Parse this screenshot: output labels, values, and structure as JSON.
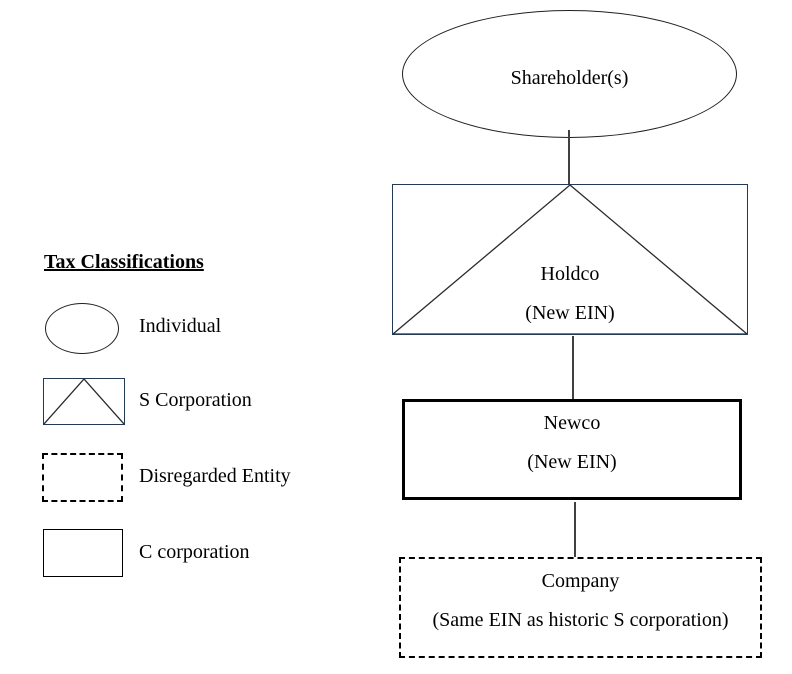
{
  "diagram": {
    "nodes": {
      "shareholder": {
        "label": "Shareholder(s)",
        "shape": "ellipse",
        "classification": "Individual"
      },
      "holdco": {
        "label": "Holdco",
        "sublabel": "(New EIN)",
        "shape": "rect-with-triangle",
        "classification": "S Corporation"
      },
      "newco": {
        "label": "Newco",
        "sublabel": "(New EIN)",
        "shape": "solid-rect",
        "classification": "C corporation"
      },
      "company": {
        "label": "Company",
        "sublabel": "(Same EIN as historic S corporation)",
        "shape": "dashed-rect",
        "classification": "Disregarded Entity"
      }
    },
    "edges": [
      {
        "from": "shareholder",
        "to": "holdco"
      },
      {
        "from": "holdco",
        "to": "newco"
      },
      {
        "from": "newco",
        "to": "company"
      }
    ]
  },
  "legend": {
    "title": "Tax Classifications",
    "items": [
      {
        "symbol": "ellipse",
        "label": "Individual"
      },
      {
        "symbol": "rect-with-triangle",
        "label": "S Corporation"
      },
      {
        "symbol": "dashed-rect",
        "label": "Disregarded Entity"
      },
      {
        "symbol": "solid-rect",
        "label": "C corporation"
      }
    ]
  },
  "colors": {
    "s_corp_border": "#223a54",
    "shape_stroke": "#1f1f1f",
    "connector": "#404040",
    "text": "#000000",
    "background": "#ffffff"
  }
}
